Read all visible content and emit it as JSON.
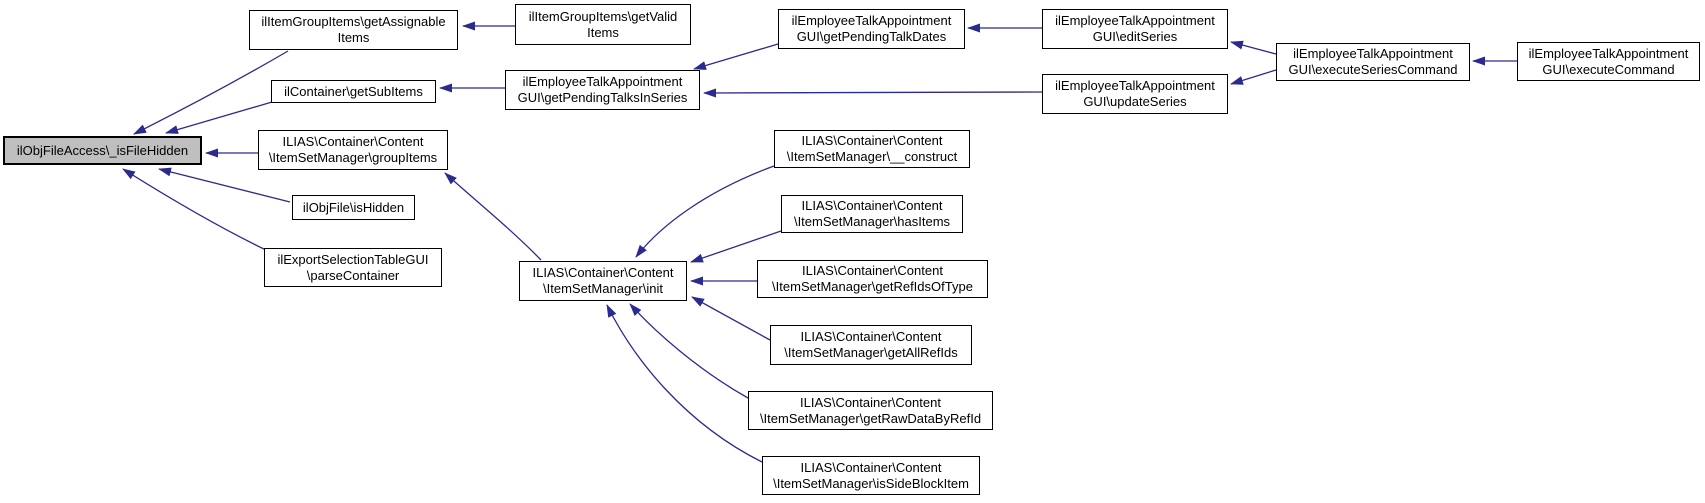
{
  "colors": {
    "background": "#ffffff",
    "edge": "#2b2b8e",
    "node_border": "#000000",
    "node_fill": "#ffffff",
    "highlight_fill": "#bfbfbf"
  },
  "nodes": [
    {
      "id": "is-file-hidden",
      "label": "ilObjFileAccess\\_isFileHidden",
      "highlighted": true
    },
    {
      "id": "get-assignable-items",
      "label": "ilItemGroupItems\\getAssignable\nItems",
      "highlighted": false
    },
    {
      "id": "get-valid-items",
      "label": "ilItemGroupItems\\getValid\nItems",
      "highlighted": false
    },
    {
      "id": "get-sub-items",
      "label": "ilContainer\\getSubItems",
      "highlighted": false
    },
    {
      "id": "get-pending-talks-in-series",
      "label": "ilEmployeeTalkAppointment\nGUI\\getPendingTalksInSeries",
      "highlighted": false
    },
    {
      "id": "get-pending-talk-dates",
      "label": "ilEmployeeTalkAppointment\nGUI\\getPendingTalkDates",
      "highlighted": false
    },
    {
      "id": "edit-series",
      "label": "ilEmployeeTalkAppointment\nGUI\\editSeries",
      "highlighted": false
    },
    {
      "id": "update-series",
      "label": "ilEmployeeTalkAppointment\nGUI\\updateSeries",
      "highlighted": false
    },
    {
      "id": "execute-series-command",
      "label": "ilEmployeeTalkAppointment\nGUI\\executeSeriesCommand",
      "highlighted": false
    },
    {
      "id": "execute-command",
      "label": "ilEmployeeTalkAppointment\nGUI\\executeCommand",
      "highlighted": false
    },
    {
      "id": "group-items",
      "label": "ILIAS\\Container\\Content\n\\ItemSetManager\\groupItems",
      "highlighted": false
    },
    {
      "id": "is-hidden",
      "label": "ilObjFile\\isHidden",
      "highlighted": false
    },
    {
      "id": "parse-container",
      "label": "ilExportSelectionTableGUI\n\\parseContainer",
      "highlighted": false
    },
    {
      "id": "item-set-manager-init",
      "label": "ILIAS\\Container\\Content\n\\ItemSetManager\\init",
      "highlighted": false
    },
    {
      "id": "item-set-manager-construct",
      "label": "ILIAS\\Container\\Content\n\\ItemSetManager\\__construct",
      "highlighted": false
    },
    {
      "id": "has-items",
      "label": "ILIAS\\Container\\Content\n\\ItemSetManager\\hasItems",
      "highlighted": false
    },
    {
      "id": "get-ref-ids-of-type",
      "label": "ILIAS\\Container\\Content\n\\ItemSetManager\\getRefIdsOfType",
      "highlighted": false
    },
    {
      "id": "get-all-ref-ids",
      "label": "ILIAS\\Container\\Content\n\\ItemSetManager\\getAllRefIds",
      "highlighted": false
    },
    {
      "id": "get-raw-data-by-ref-id",
      "label": "ILIAS\\Container\\Content\n\\ItemSetManager\\getRawDataByRefId",
      "highlighted": false
    },
    {
      "id": "is-side-block-item",
      "label": "ILIAS\\Container\\Content\n\\ItemSetManager\\isSideBlockItem",
      "highlighted": false
    }
  ],
  "edges": [
    {
      "from": "get-valid-items",
      "to": "get-assignable-items"
    },
    {
      "from": "get-assignable-items",
      "to": "is-file-hidden"
    },
    {
      "from": "get-pending-talks-in-series",
      "to": "get-sub-items"
    },
    {
      "from": "get-sub-items",
      "to": "is-file-hidden"
    },
    {
      "from": "group-items",
      "to": "is-file-hidden"
    },
    {
      "from": "is-hidden",
      "to": "is-file-hidden"
    },
    {
      "from": "parse-container",
      "to": "is-file-hidden"
    },
    {
      "from": "get-pending-talk-dates",
      "to": "get-pending-talks-in-series"
    },
    {
      "from": "update-series",
      "to": "get-pending-talks-in-series"
    },
    {
      "from": "edit-series",
      "to": "get-pending-talk-dates"
    },
    {
      "from": "execute-series-command",
      "to": "edit-series"
    },
    {
      "from": "execute-series-command",
      "to": "update-series"
    },
    {
      "from": "execute-command",
      "to": "execute-series-command"
    },
    {
      "from": "item-set-manager-init",
      "to": "group-items"
    },
    {
      "from": "item-set-manager-construct",
      "to": "item-set-manager-init"
    },
    {
      "from": "has-items",
      "to": "item-set-manager-init"
    },
    {
      "from": "get-ref-ids-of-type",
      "to": "item-set-manager-init"
    },
    {
      "from": "get-all-ref-ids",
      "to": "item-set-manager-init"
    },
    {
      "from": "get-raw-data-by-ref-id",
      "to": "item-set-manager-init"
    },
    {
      "from": "is-side-block-item",
      "to": "item-set-manager-init"
    }
  ]
}
